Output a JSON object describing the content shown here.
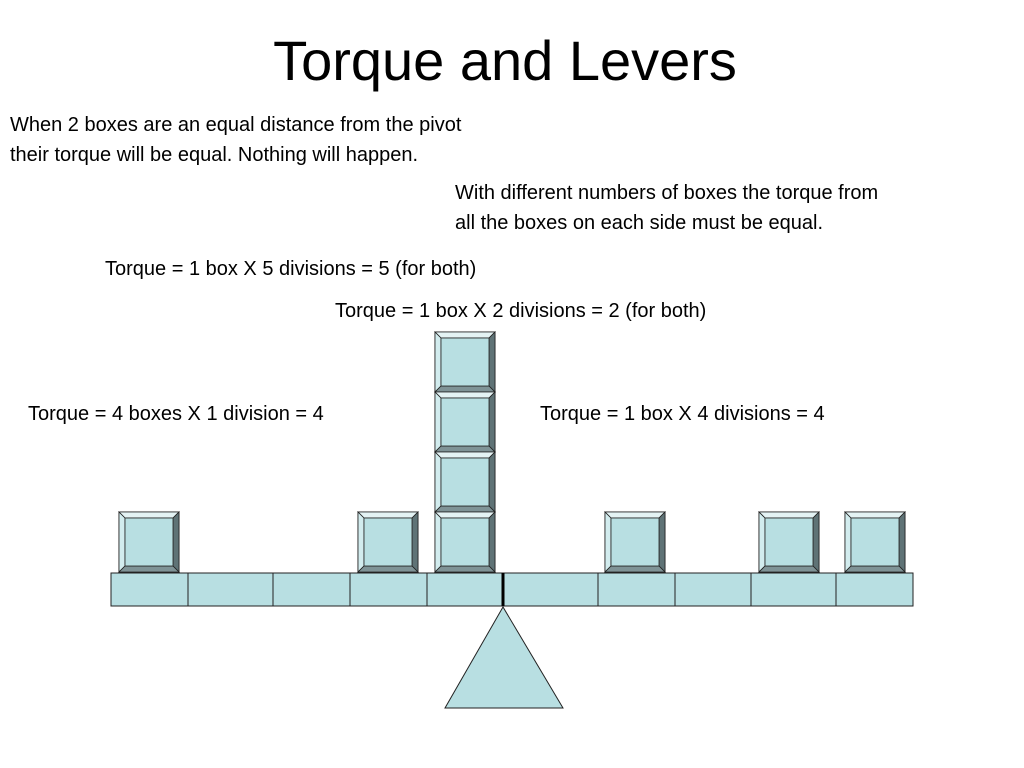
{
  "title": "Torque and Levers",
  "intro": {
    "line1": "When 2 boxes are an equal distance from the pivot",
    "line2": "their torque will be equal. Nothing will happen."
  },
  "note": {
    "line1": "With different numbers of boxes the torque from",
    "line2": "all the boxes on each side must be equal."
  },
  "labels": {
    "five_divisions": "Torque = 1 box X 5 divisions = 5 (for both)",
    "two_divisions": "Torque = 1 box X 2 divisions = 2 (for both)",
    "left_stack": "Torque = 4 boxes X 1 division = 4",
    "right_single": "Torque = 1 box X 4 divisions = 4"
  },
  "colors": {
    "box_face": "#b8dfe2",
    "box_bevel_light": "#e4f3f4",
    "box_bevel_dark": "#5f7376",
    "beam": "#b8dfe2",
    "fulcrum": "#b8dfe2",
    "outline": "#222222"
  }
}
